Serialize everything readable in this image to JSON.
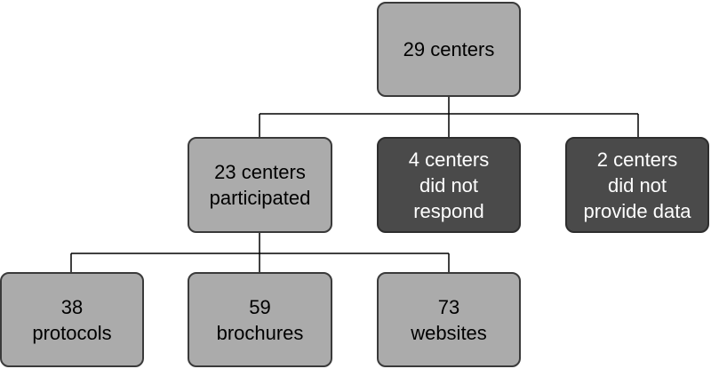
{
  "nodes": {
    "total": "29 centers",
    "participated": "23 centers\nparticipated",
    "no_response": "4 centers\ndid not\nrespond",
    "no_data": "2 centers\ndid not\nprovide data",
    "protocols": "38\nprotocols",
    "brochures": "59\nbrochures",
    "websites": "73\nwebsites"
  },
  "colors": {
    "light_box": "#ababab",
    "dark_box": "#4a4a4a",
    "line": "#000000"
  }
}
